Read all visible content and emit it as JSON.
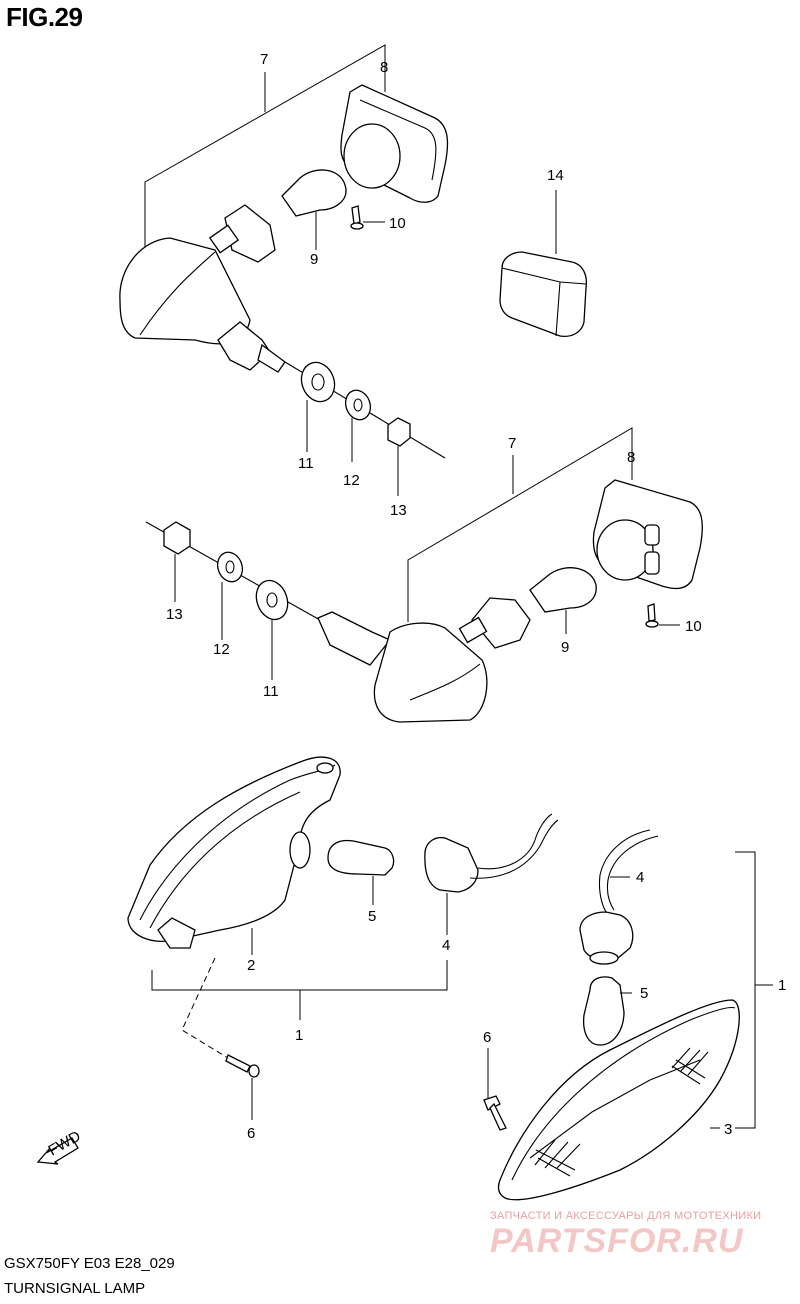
{
  "figure": {
    "title": "FIG.29",
    "code": "GSX750FY E03 E28_029",
    "name": "TURNSIGNAL LAMP"
  },
  "callouts": {
    "c1a": "1",
    "c1b": "1",
    "c2": "2",
    "c3": "3",
    "c4a": "4",
    "c4b": "4",
    "c5a": "5",
    "c5b": "5",
    "c6a": "6",
    "c6b": "6",
    "c7a": "7",
    "c7b": "7",
    "c8a": "8",
    "c8b": "8",
    "c9a": "9",
    "c9b": "9",
    "c10a": "10",
    "c10b": "10",
    "c11a": "11",
    "c11b": "11",
    "c12a": "12",
    "c12b": "12",
    "c13a": "13",
    "c13b": "13",
    "c14": "14"
  },
  "arrow": {
    "label": "FWD"
  },
  "watermark": {
    "tagline": "ЗАПЧАСТИ И АКСЕССУАРЫ ДЛЯ МОТОТЕХНИКИ",
    "logo": "PARTSFOR.RU"
  }
}
